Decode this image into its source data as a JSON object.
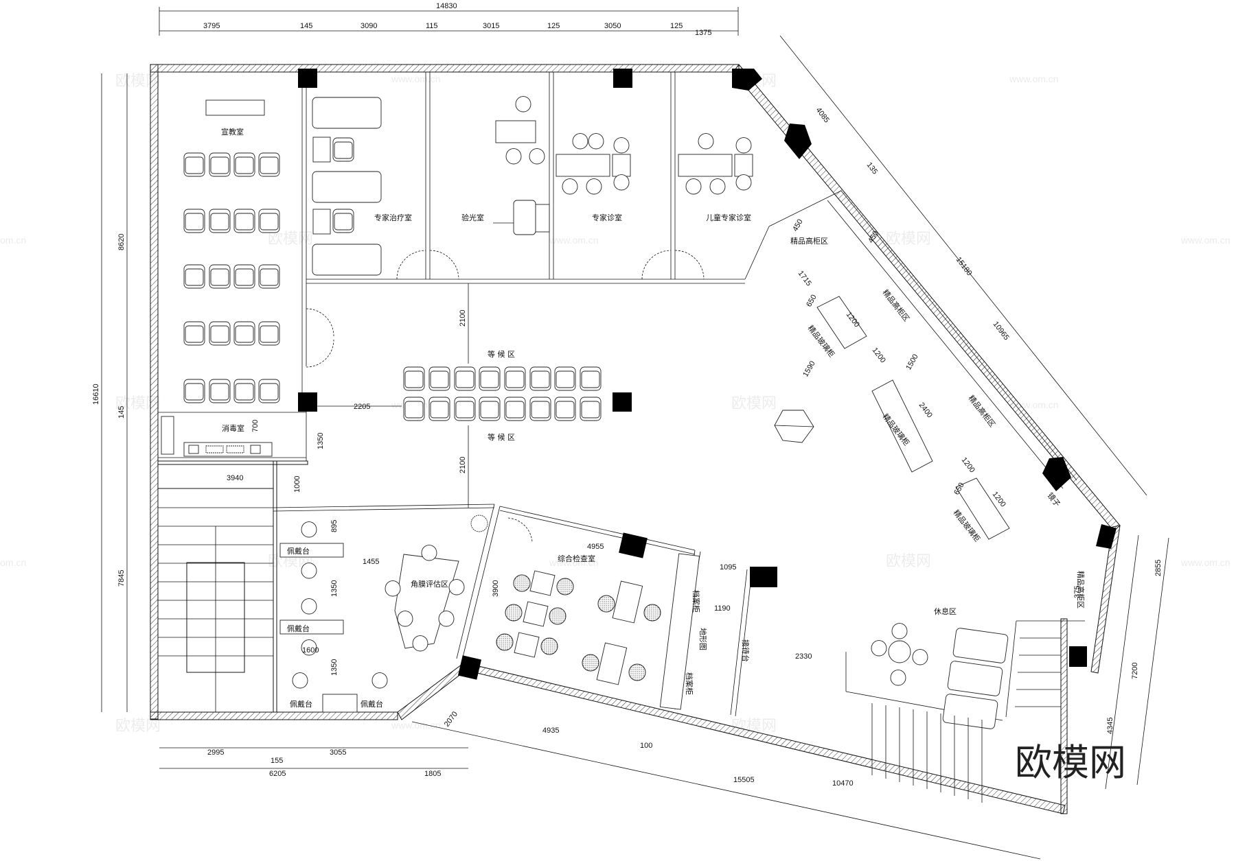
{
  "rooms": {
    "education": "宣教室",
    "expert_treatment": "专家治疗室",
    "optometry": "验光室",
    "expert_clinic": "专家诊室",
    "child_expert_clinic": "儿童专家诊室",
    "waiting_top": "等 候 区",
    "waiting_bottom": "等 候 区",
    "disinfection": "消毒室",
    "cornea_assessment": "角膜评估区",
    "comprehensive_exam": "综合检查室",
    "rest_area": "休息区",
    "fitting_1": "佩戴台",
    "fitting_2": "佩戴台",
    "fitting_3": "佩戴台",
    "fitting_4": "佩戴台",
    "reception": "接待台",
    "file_cabinet_1": "档案柜",
    "file_cabinet_2": "档案柜",
    "topography": "地形图",
    "boutique_high_1": "精品高柜区",
    "boutique_high_2": "精品高柜区",
    "boutique_high_3": "精品高柜区",
    "boutique_high_4": "精品高柜区",
    "glass_cabinet_1": "精品玻璃柜",
    "glass_cabinet_2": "精品玻璃柜",
    "glass_cabinet_3": "精品玻璃柜",
    "mirror": "镜子"
  },
  "dimensions": {
    "top_total": "14830",
    "top_segments": [
      "3795",
      "145",
      "3090",
      "115",
      "3015",
      "125",
      "3050",
      "125",
      "1375"
    ],
    "left_total": "16610",
    "left_upper": "8620",
    "left_mid": "145",
    "left_lower": "7845",
    "bottom_segments": [
      "2995",
      "155",
      "3055"
    ],
    "bottom_totals": [
      "6205",
      "1805"
    ],
    "corridor_2100_top": "2100",
    "corridor_2100_bottom": "2100",
    "corridor_2205": "2205",
    "disinf_700": "700",
    "disinf_1350": "1350",
    "disinf_3940": "3940",
    "gap_1000": "1000",
    "fit_895": "895",
    "fit_1455": "1455",
    "fit_1350a": "1350",
    "fit_1600": "1600",
    "fit_1350b": "1350",
    "exam_3900": "3900",
    "exam_4955": "4955",
    "rec_1095": "1095",
    "rec_1190": "1190",
    "rec_2330": "2330",
    "diag_4085": "4085",
    "diag_135": "135",
    "diag_15180": "15180",
    "diag_10965": "10965",
    "cab_450a": "450",
    "cab_450b": "450",
    "cab_1715": "1715",
    "cab_650a": "650",
    "cab_1200a": "1200",
    "cab_1200b": "1200",
    "cab_1590": "1590",
    "cab_1500": "1500",
    "cab_2400": "2400",
    "cab_1200c": "1200",
    "cab_650b": "650",
    "cab_1200d": "1200",
    "right_2855": "2855",
    "right_7200": "7200",
    "right_375": "375",
    "right_4345": "4345",
    "bottom_2070": "2070",
    "bottom_4935": "4935",
    "bottom_100": "100",
    "bottom_15505": "15505",
    "bottom_10470": "10470"
  },
  "watermark": {
    "brand": "欧模网",
    "url": "www.om.cn",
    "url_short": "om.cn"
  }
}
